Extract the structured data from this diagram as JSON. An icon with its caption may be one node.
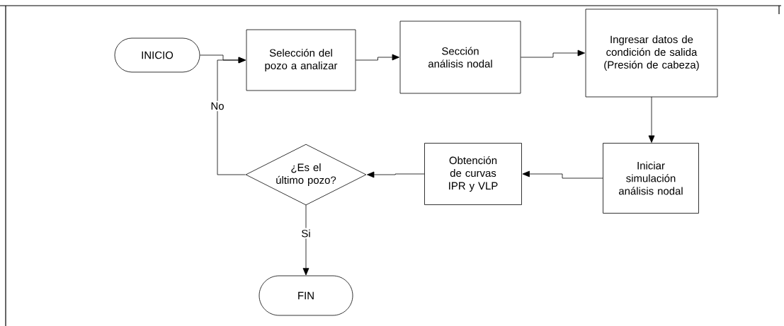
{
  "diagram": {
    "nodes": [
      {
        "text": [
          "INICIO"
        ]
      },
      {
        "text": [
          "Selección del pozo a analizar"
        ]
      },
      {
        "text": [
          "Sección análisis nodal"
        ]
      },
      {
        "text": [
          "Ingresar datos de condición de salida (Presión de cabeza)"
        ]
      },
      {
        "text": [
          "Iniciar simulación análisis nodal"
        ]
      },
      {
        "text": [
          "Obtención de curvas IPR y VLP"
        ]
      },
      {
        "text": [
          "¿Es el último pozo?"
        ]
      },
      {
        "text": [
          "FIN"
        ]
      }
    ],
    "edges": [
      {
        "from": 0,
        "to": 1,
        "arrow": "to"
      },
      {
        "from": 1,
        "to": 2,
        "arrow": "to"
      },
      {
        "from": 2,
        "to": 3,
        "arrow": "to"
      },
      {
        "from": 3,
        "to": 4,
        "arrow": "to"
      },
      {
        "from": 4,
        "to": 5,
        "arrow": "to"
      },
      {
        "from": 5,
        "to": 6,
        "arrow": "to"
      },
      {
        "from": 6,
        "to": 1,
        "arrow": "to",
        "label": "No"
      },
      {
        "from": 6,
        "to": 7,
        "arrow": "to",
        "label": "Si"
      }
    ]
  }
}
